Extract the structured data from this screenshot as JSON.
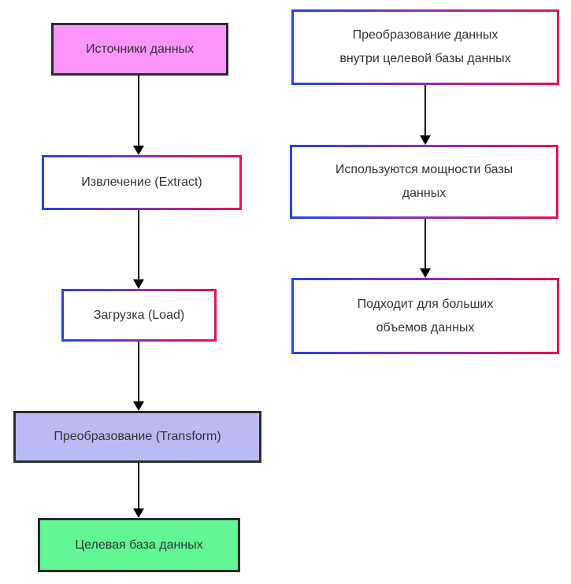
{
  "colors": {
    "pink": "#fb94fb",
    "lavender": "#bbbbf3",
    "green": "#61f593",
    "dark_border": "#2b2b2b",
    "grad_start": "#2543e6",
    "grad_mid": "#8b2fb3",
    "grad_end": "#ec1050",
    "arrow": "#000000",
    "text": "#333333",
    "bg": "#ffffff"
  },
  "flowchart": {
    "left_column": {
      "sources": {
        "label": "Источники данных"
      },
      "extract": {
        "label": "Извлечение (Extract)"
      },
      "load": {
        "label": "Загрузка (Load)"
      },
      "transform": {
        "label": "Преобразование (Transform)"
      },
      "target_db": {
        "label": "Целевая база данных"
      }
    },
    "right_column": {
      "in_db_transform": {
        "line1": "Преобразование данных",
        "line2": "внутри целевой базы данных"
      },
      "db_capacity": {
        "line1": "Используются мощности базы",
        "line2": "данных"
      },
      "large_volumes": {
        "line1": "Подходит для больших",
        "line2": "объемов данных"
      }
    }
  }
}
